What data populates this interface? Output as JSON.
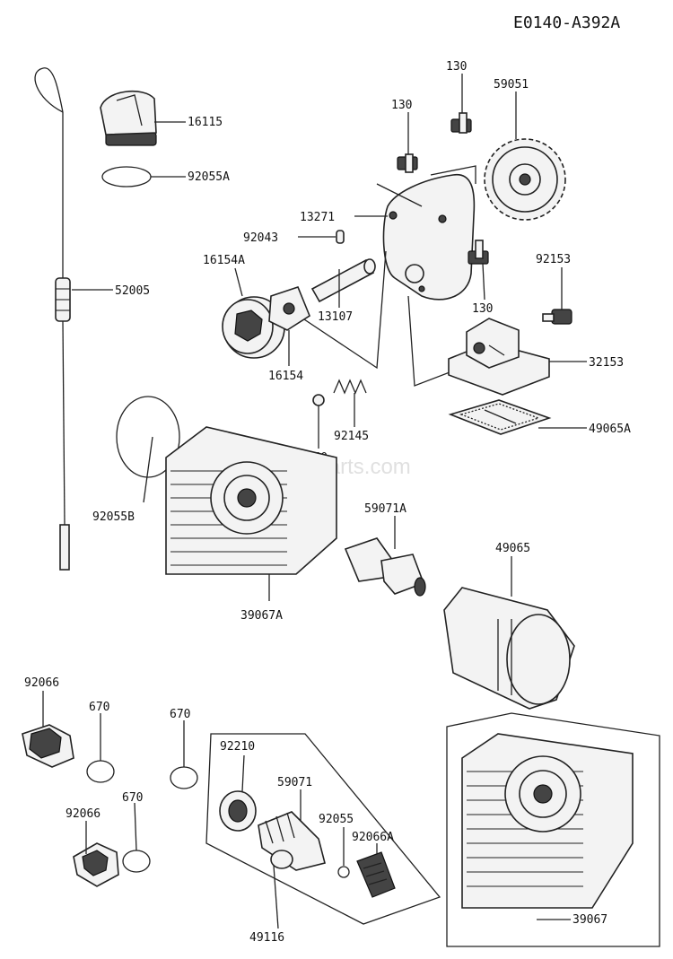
{
  "diagram_code": "E0140-A392A",
  "watermark": "eReplacementParts.com",
  "labels": {
    "p16115": "16115",
    "p92055A": "92055A",
    "p52005": "52005",
    "p130a": "130",
    "p130b": "130",
    "p59051": "59051",
    "p13271": "13271",
    "p92043": "92043",
    "p16154A": "16154A",
    "p92153": "92153",
    "p130c": "130",
    "p13107": "13107",
    "p32153": "32153",
    "p16154": "16154",
    "p92145": "92145",
    "p49065A": "49065A",
    "p92140": "92140",
    "p92055B": "92055B",
    "p59071A": "59071A",
    "p49065": "49065",
    "p39067A": "39067A",
    "p92066a": "92066",
    "p670a": "670",
    "p670b": "670",
    "p670c": "670",
    "p92066b": "92066",
    "p92210": "92210",
    "p59071": "59071",
    "p92055": "92055",
    "p92066A": "92066A",
    "p49116": "49116",
    "p39067": "39067"
  }
}
